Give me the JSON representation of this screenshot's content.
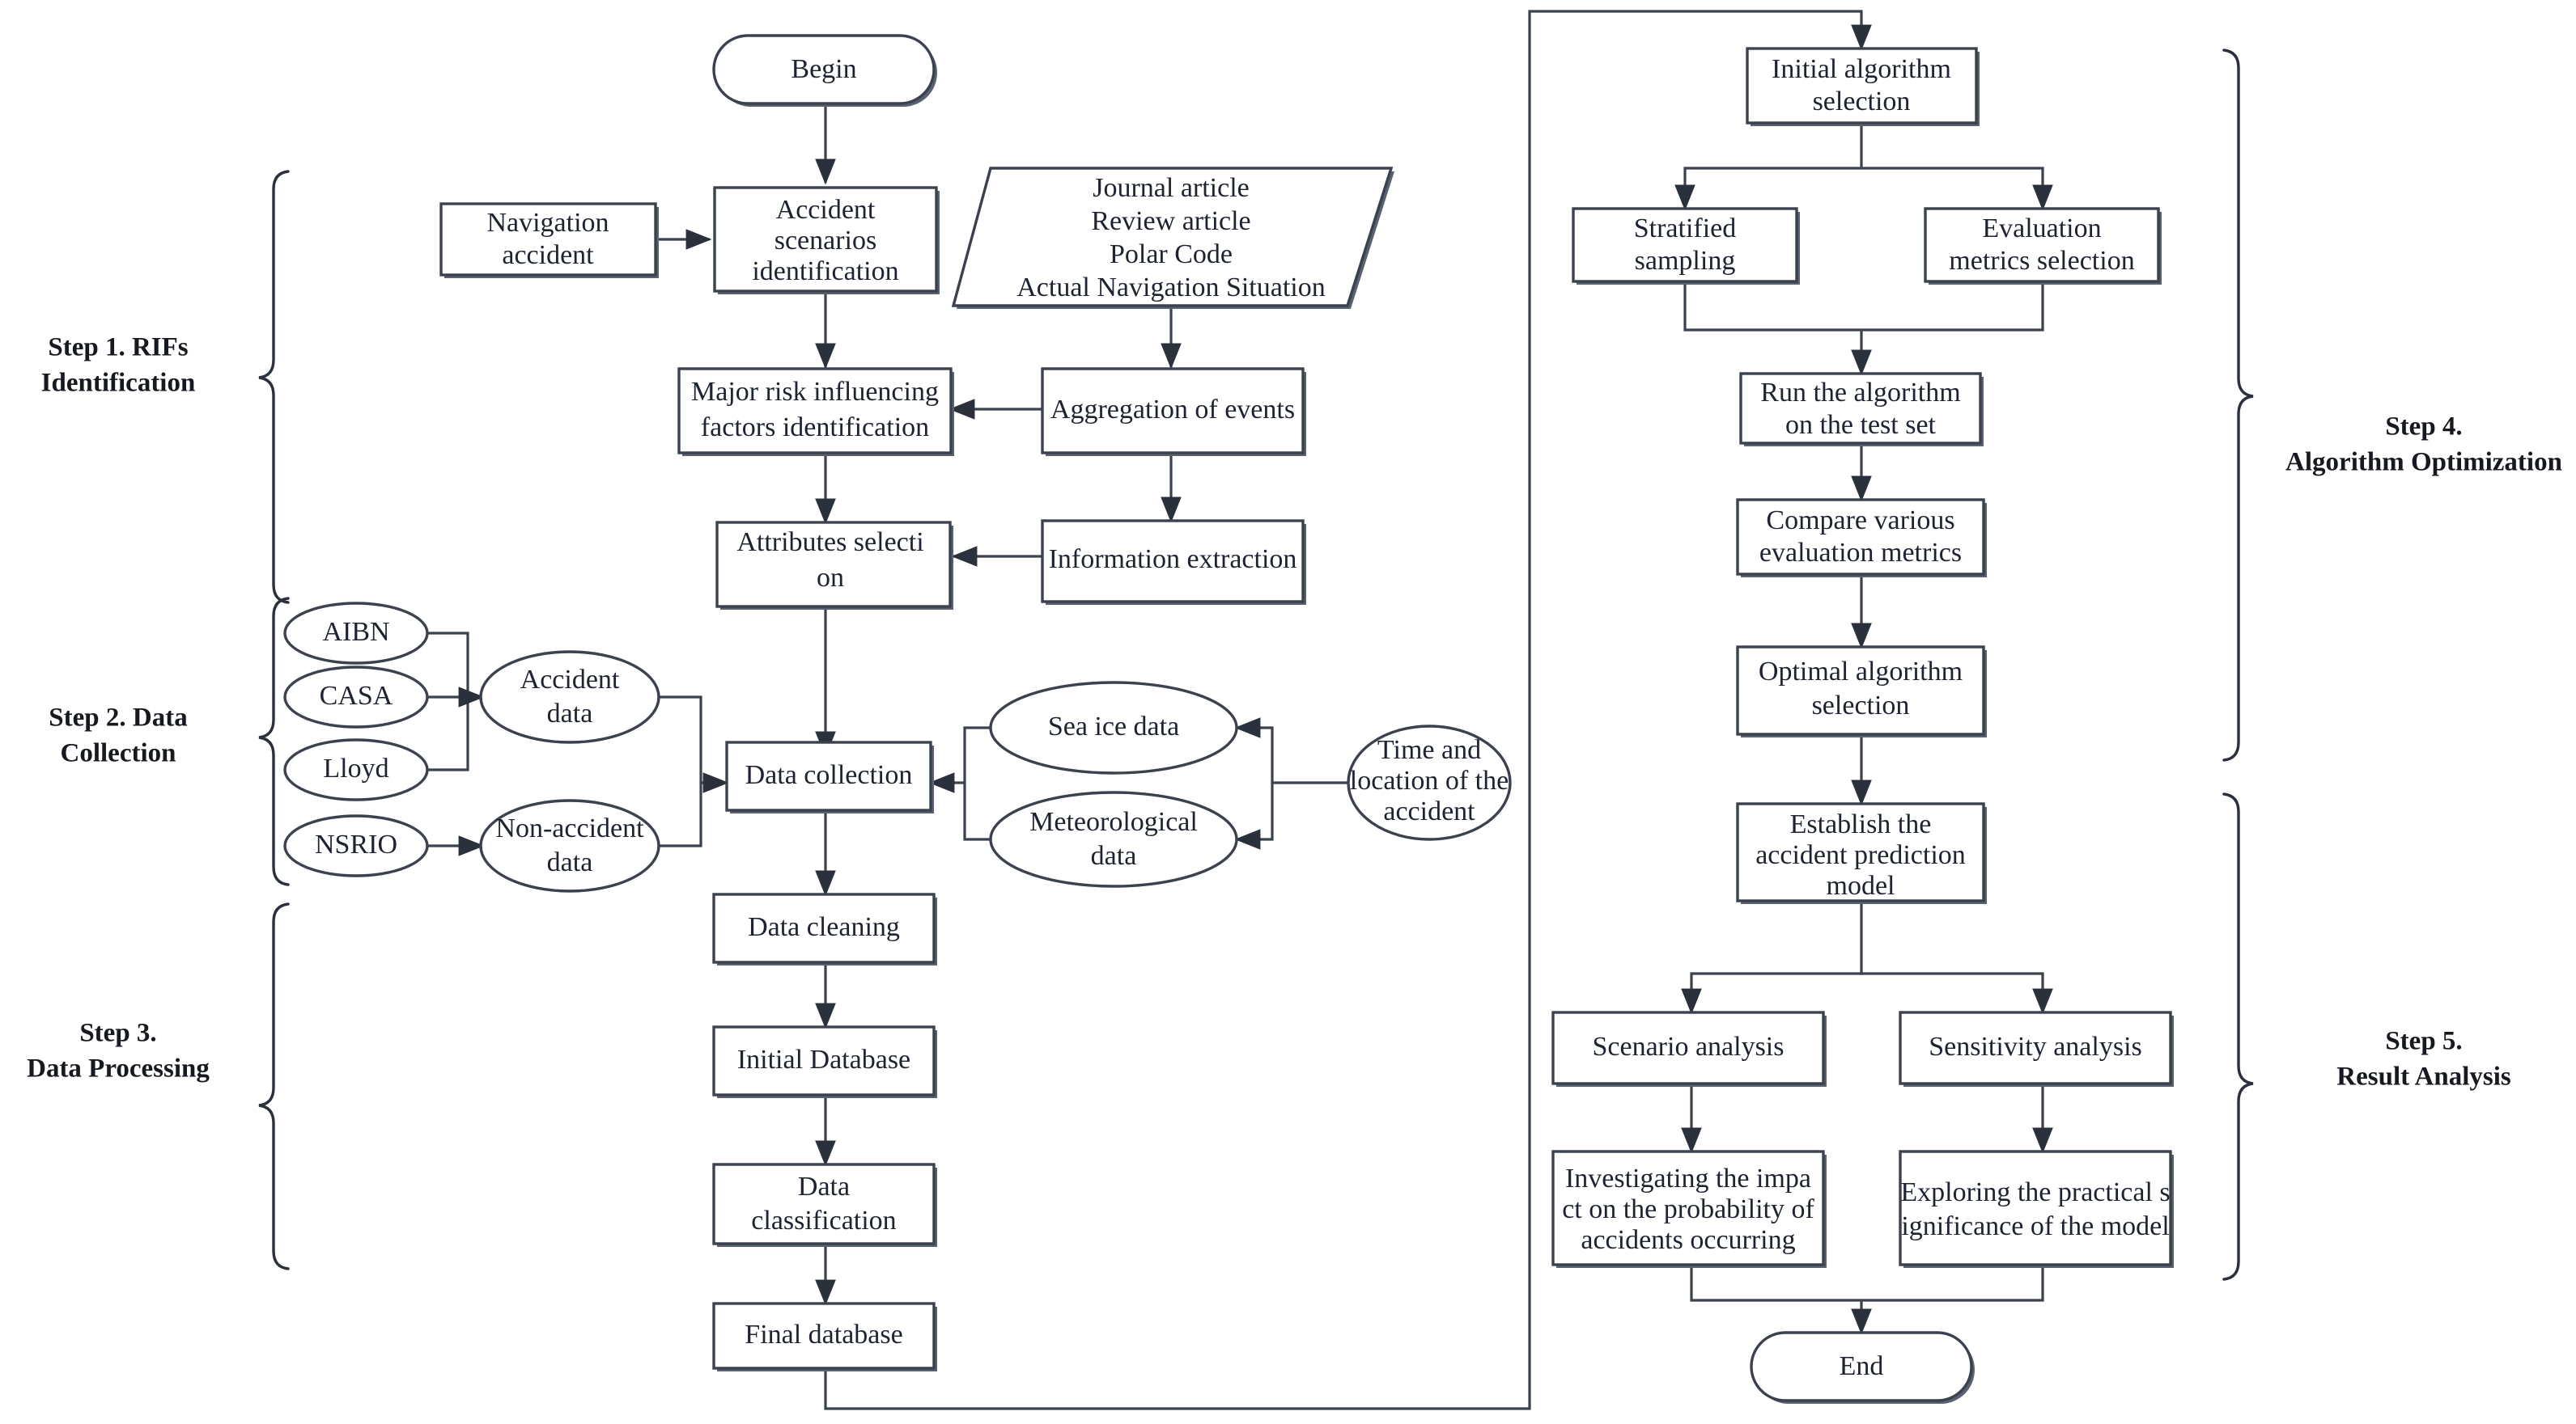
{
  "diagram": {
    "title": "Arctic navigation accident risk analysis framework flowchart",
    "colors": {
      "stroke": "#3b424e",
      "text": "#1d2330",
      "background": "#ffffff",
      "shadow": "#5a6170"
    },
    "steps": [
      {
        "id": "step1",
        "line1": "Step 1. RIFs",
        "line2": "Identification"
      },
      {
        "id": "step2",
        "line1": "Step 2. Data",
        "line2": "Collection"
      },
      {
        "id": "step3",
        "line1": "Step 3.",
        "line2": "Data Processing"
      },
      {
        "id": "step4",
        "line1": "Step 4.",
        "line2": "Algorithm Optimization"
      },
      {
        "id": "step5",
        "line1": "Step 5.",
        "line2": "Result Analysis"
      }
    ],
    "nodes": {
      "begin": {
        "label": "Begin",
        "shape": "terminator"
      },
      "end": {
        "label": "End",
        "shape": "terminator"
      },
      "navigation_accident": {
        "line1": "Navigation",
        "line2": "accident",
        "shape": "process"
      },
      "accident_scenarios": {
        "line1": "Accident",
        "line2": "scenarios",
        "line3": "identification",
        "shape": "process"
      },
      "sources": {
        "line1": "Journal article",
        "line2": "Review article",
        "line3": "Polar Code",
        "line4": "Actual Navigation Situation",
        "shape": "data-parallelogram"
      },
      "aggregation": {
        "label": "Aggregation of events",
        "shape": "process"
      },
      "major_risk": {
        "line1": "Major risk influencing",
        "line2": "factors identification",
        "shape": "process"
      },
      "information_extraction": {
        "label": "Information extraction",
        "shape": "process"
      },
      "attributes_selection": {
        "line1": "Attributes selecti",
        "line2": "on",
        "shape": "process"
      },
      "aibn": {
        "label": "AIBN",
        "shape": "ellipse"
      },
      "casa": {
        "label": "CASA",
        "shape": "ellipse"
      },
      "lloyd": {
        "label": "Lloyd",
        "shape": "ellipse"
      },
      "nsrio": {
        "label": "NSRIO",
        "shape": "ellipse"
      },
      "accident_data": {
        "line1": "Accident",
        "line2": "data",
        "shape": "ellipse"
      },
      "non_accident_data": {
        "line1": "Non-accident",
        "line2": "data",
        "shape": "ellipse"
      },
      "sea_ice_data": {
        "label": "Sea ice data",
        "shape": "ellipse"
      },
      "meteorological_data": {
        "line1": "Meteorological",
        "line2": "data",
        "shape": "ellipse"
      },
      "time_location": {
        "line1": "Time and",
        "line2": "location of the",
        "line3": "accident",
        "shape": "ellipse"
      },
      "data_collection": {
        "label": "Data collection",
        "shape": "process"
      },
      "data_cleaning": {
        "label": "Data cleaning",
        "shape": "process"
      },
      "initial_database": {
        "label": "Initial Database",
        "shape": "process"
      },
      "data_classification": {
        "line1": "Data",
        "line2": "classification",
        "shape": "process"
      },
      "final_database": {
        "label": "Final database",
        "shape": "process"
      },
      "initial_algorithm": {
        "line1": "Initial algorithm",
        "line2": "selection",
        "shape": "process"
      },
      "stratified_sampling": {
        "line1": "Stratified",
        "line2": "sampling",
        "shape": "process"
      },
      "evaluation_metrics": {
        "line1": "Evaluation",
        "line2": "metrics selection",
        "shape": "process"
      },
      "run_algorithm": {
        "line1": "Run the algorithm",
        "line2": "on the test set",
        "shape": "process"
      },
      "compare_metrics": {
        "line1": "Compare various",
        "line2": "evaluation metrics",
        "shape": "process"
      },
      "optimal_algorithm": {
        "line1": "Optimal algorithm",
        "line2": "selection",
        "shape": "process"
      },
      "establish_model": {
        "line1": "Establish the",
        "line2": "accident prediction",
        "line3": "model",
        "shape": "process"
      },
      "scenario_analysis": {
        "label": "Scenario analysis",
        "shape": "process"
      },
      "sensitivity_analysis": {
        "label": "Sensitivity analysis",
        "shape": "process"
      },
      "investigating_impact": {
        "line1": "Investigating the impa",
        "line2": "ct on the probability of",
        "line3": "accidents occurring",
        "shape": "process"
      },
      "exploring_significance": {
        "line1": "Exploring the practical s",
        "line2": "ignificance of the model",
        "shape": "process"
      }
    }
  }
}
